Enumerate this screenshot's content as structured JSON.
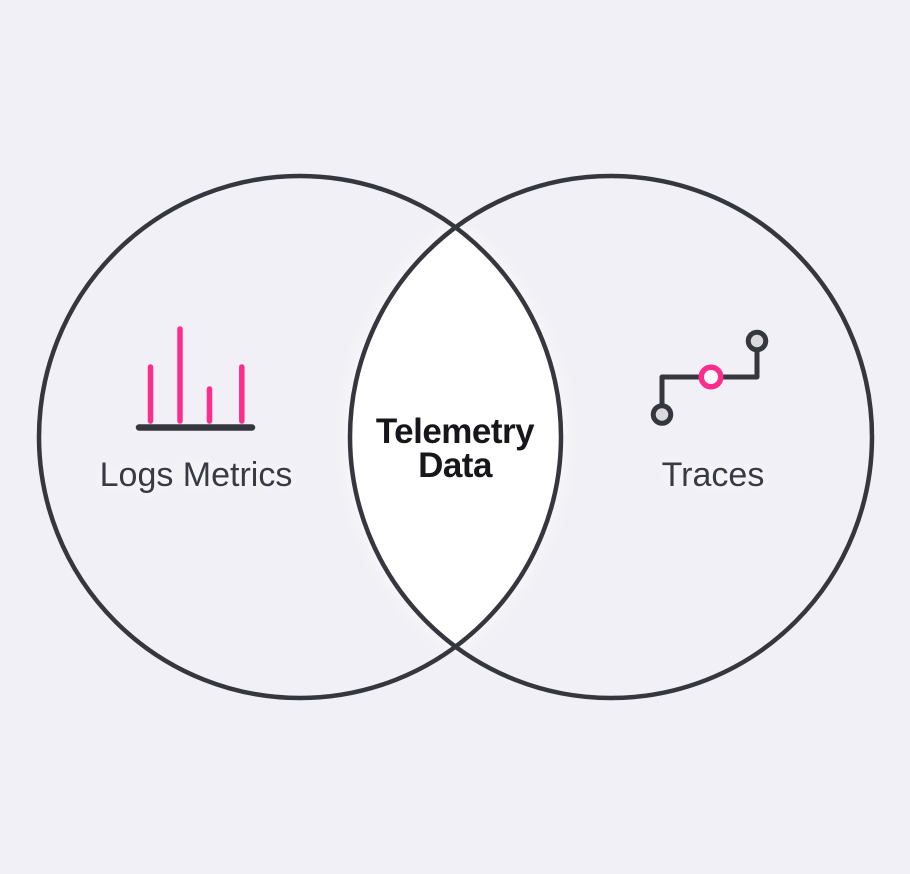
{
  "diagram": {
    "type": "venn-2-sets",
    "left_set": {
      "label": "Logs Metrics",
      "icon": "bar-chart-icon"
    },
    "right_set": {
      "label": "Traces",
      "icon": "trace-icon"
    },
    "intersection": {
      "label_line1": "Telemetry",
      "label_line2": "Data"
    }
  },
  "colors": {
    "background": "#f1f0f6",
    "outline": "#36363e",
    "accent_pink": "#fb2e8d",
    "intersection_fill": "#ffffff",
    "node_fill": "#dadade",
    "ring_fill": "#fdfcff",
    "label_text": "#3a3a44",
    "intersection_text": "#17171b"
  }
}
